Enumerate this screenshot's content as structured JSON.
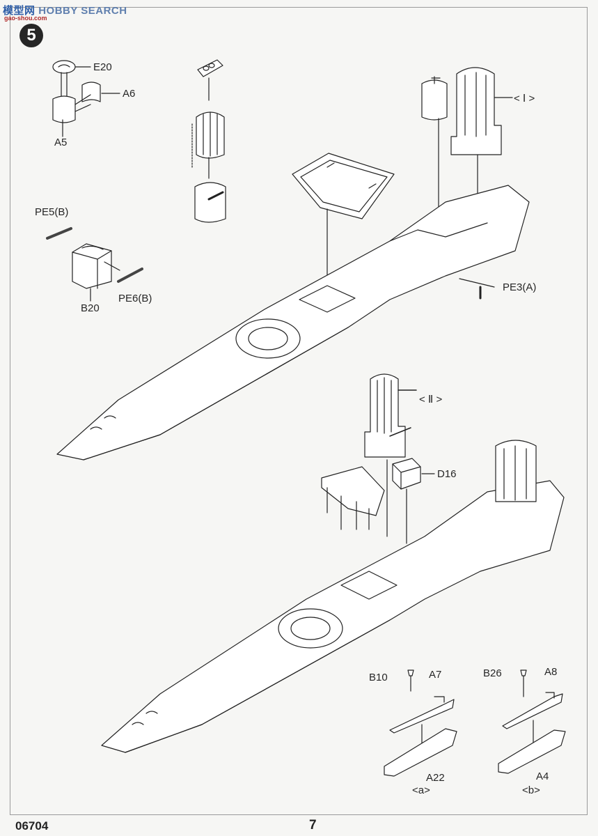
{
  "watermark": {
    "brand": "模型网",
    "site": "HOBBY SEARCH",
    "url": "gao-shou.com"
  },
  "step_number": "5",
  "callouts": {
    "e20": "E20",
    "a6": "A6",
    "a5": "A5",
    "pe5": "PE5(B)",
    "pe6": "PE6(B)",
    "b20": "B20",
    "i": "< Ⅰ >",
    "pe3": "PE3(A)",
    "ii": "< Ⅱ >",
    "d16": "D16",
    "b10": "B10",
    "a7": "A7",
    "a22": "A22",
    "sub_a": "<a>",
    "b26": "B26",
    "a8": "A8",
    "a4": "A4",
    "sub_b": "<b>"
  },
  "footer": {
    "product_code": "06704",
    "page_number": "7"
  }
}
